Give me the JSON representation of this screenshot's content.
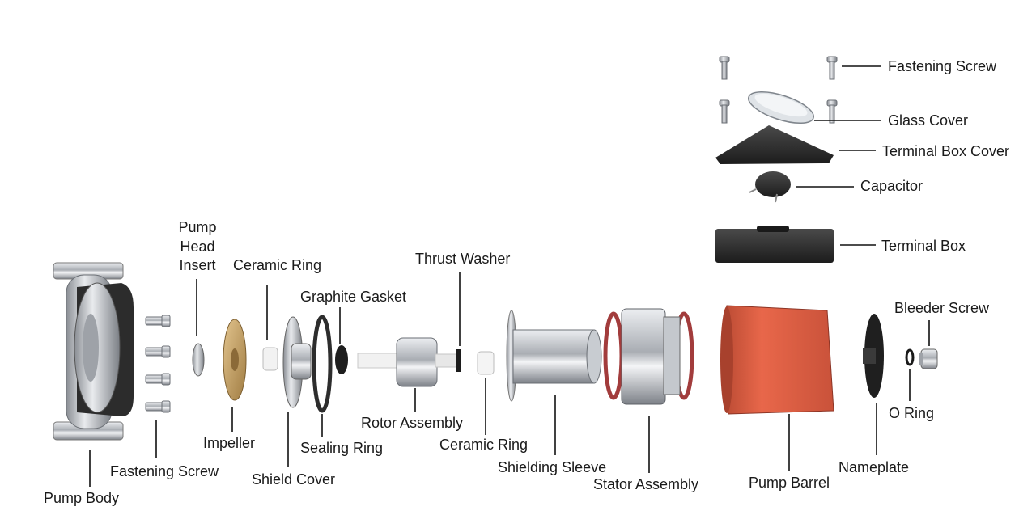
{
  "labels": {
    "fastening_screw_top": "Fastening Screw",
    "glass_cover": "Glass Cover",
    "terminal_box_cover": "Terminal Box Cover",
    "capacitor": "Capacitor",
    "terminal_box": "Terminal Box",
    "pump_head_insert_1": "Pump",
    "pump_head_insert_2": "Head",
    "pump_head_insert_3": "Insert",
    "ceramic_ring_top": "Ceramic Ring",
    "thrust_washer": "Thrust Washer",
    "graphite_gasket": "Graphite Gasket",
    "bleeder_screw": "Bleeder Screw",
    "o_ring": "O Ring",
    "rotor_assembly": "Rotor Assembly",
    "impeller": "Impeller",
    "sealing_ring": "Sealing Ring",
    "ceramic_ring_bottom": "Ceramic Ring",
    "fastening_screw_bottom": "Fastening Screw",
    "shielding_sleeve": "Shielding Sleeve",
    "nameplate": "Nameplate",
    "shield_cover": "Shield Cover",
    "stator_assembly": "Stator Assembly",
    "pump_barrel": "Pump Barrel",
    "pump_body": "Pump Body"
  },
  "colors": {
    "label_text": "#1a1a1a",
    "leader_line": "#111111",
    "pump_barrel": "#d9573d",
    "impeller": "#c9a46a",
    "terminal_box": "#2b2b2b",
    "steel": "#b8bcc2"
  }
}
